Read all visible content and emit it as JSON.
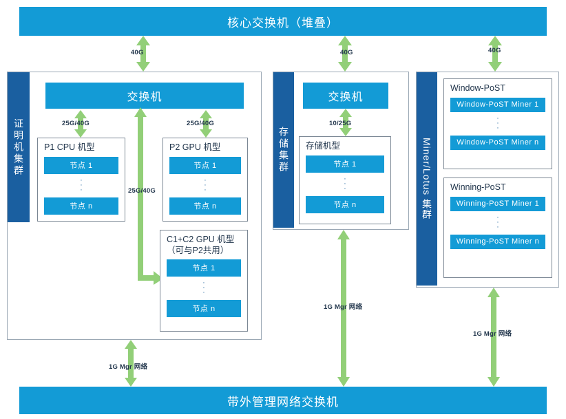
{
  "diagram": {
    "core_switch": {
      "label": "核心交换机（堆叠）"
    },
    "oob_switch": {
      "label": "带外管理网络交换机"
    },
    "clusters": [
      {
        "id": "prove",
        "side_label": "证明机集群",
        "switch_label": "交换机",
        "groups": [
          {
            "id": "p1",
            "title": "P1 CPU 机型",
            "nodes": [
              "节点 1",
              "节点 n"
            ]
          },
          {
            "id": "p2",
            "title": "P2 GPU 机型",
            "nodes": [
              "节点 1",
              "节点 n"
            ]
          },
          {
            "id": "c1c2",
            "title": "C1+C2 GPU 机型\n（可与P2共用）",
            "nodes": [
              "节点 1",
              "节点 n"
            ]
          }
        ]
      },
      {
        "id": "store",
        "side_label": "存储集群",
        "switch_label": "交换机",
        "groups": [
          {
            "id": "store",
            "title": "存储机型",
            "nodes": [
              "节点 1",
              "节点 n"
            ]
          }
        ]
      },
      {
        "id": "miner",
        "side_label": "Miner/Lotus 集群",
        "groups": [
          {
            "id": "window",
            "title": "Window-PoST",
            "nodes": [
              "Window-PoST Miner 1",
              "Window-PoST Miner n"
            ]
          },
          {
            "id": "winning",
            "title": "Winning-PoST",
            "nodes": [
              "Winning-PoST Miner 1",
              "Winning-PoST Miner n"
            ]
          }
        ]
      }
    ],
    "links": [
      {
        "id": "core-prove",
        "label": "40G"
      },
      {
        "id": "core-store",
        "label": "40G"
      },
      {
        "id": "core-miner",
        "label": "40G"
      },
      {
        "id": "prove-p1",
        "label": "25G/40G"
      },
      {
        "id": "prove-p2",
        "label": "25G/40G"
      },
      {
        "id": "prove-c1c2",
        "label": "25G/40G"
      },
      {
        "id": "store-node",
        "label": "10/25G"
      },
      {
        "id": "mgr-prove",
        "label": "1G Mgr 网络"
      },
      {
        "id": "mgr-store",
        "label": "1G Mgr 网络"
      },
      {
        "id": "mgr-miner",
        "label": "1G Mgr 网络"
      }
    ],
    "colors": {
      "bar_blue": "#139BD6",
      "side_navy": "#1A5FA0",
      "arrow_green": "#92CF78",
      "text_dark": "#23374d",
      "frame_gray": "#9aa7b4"
    }
  }
}
